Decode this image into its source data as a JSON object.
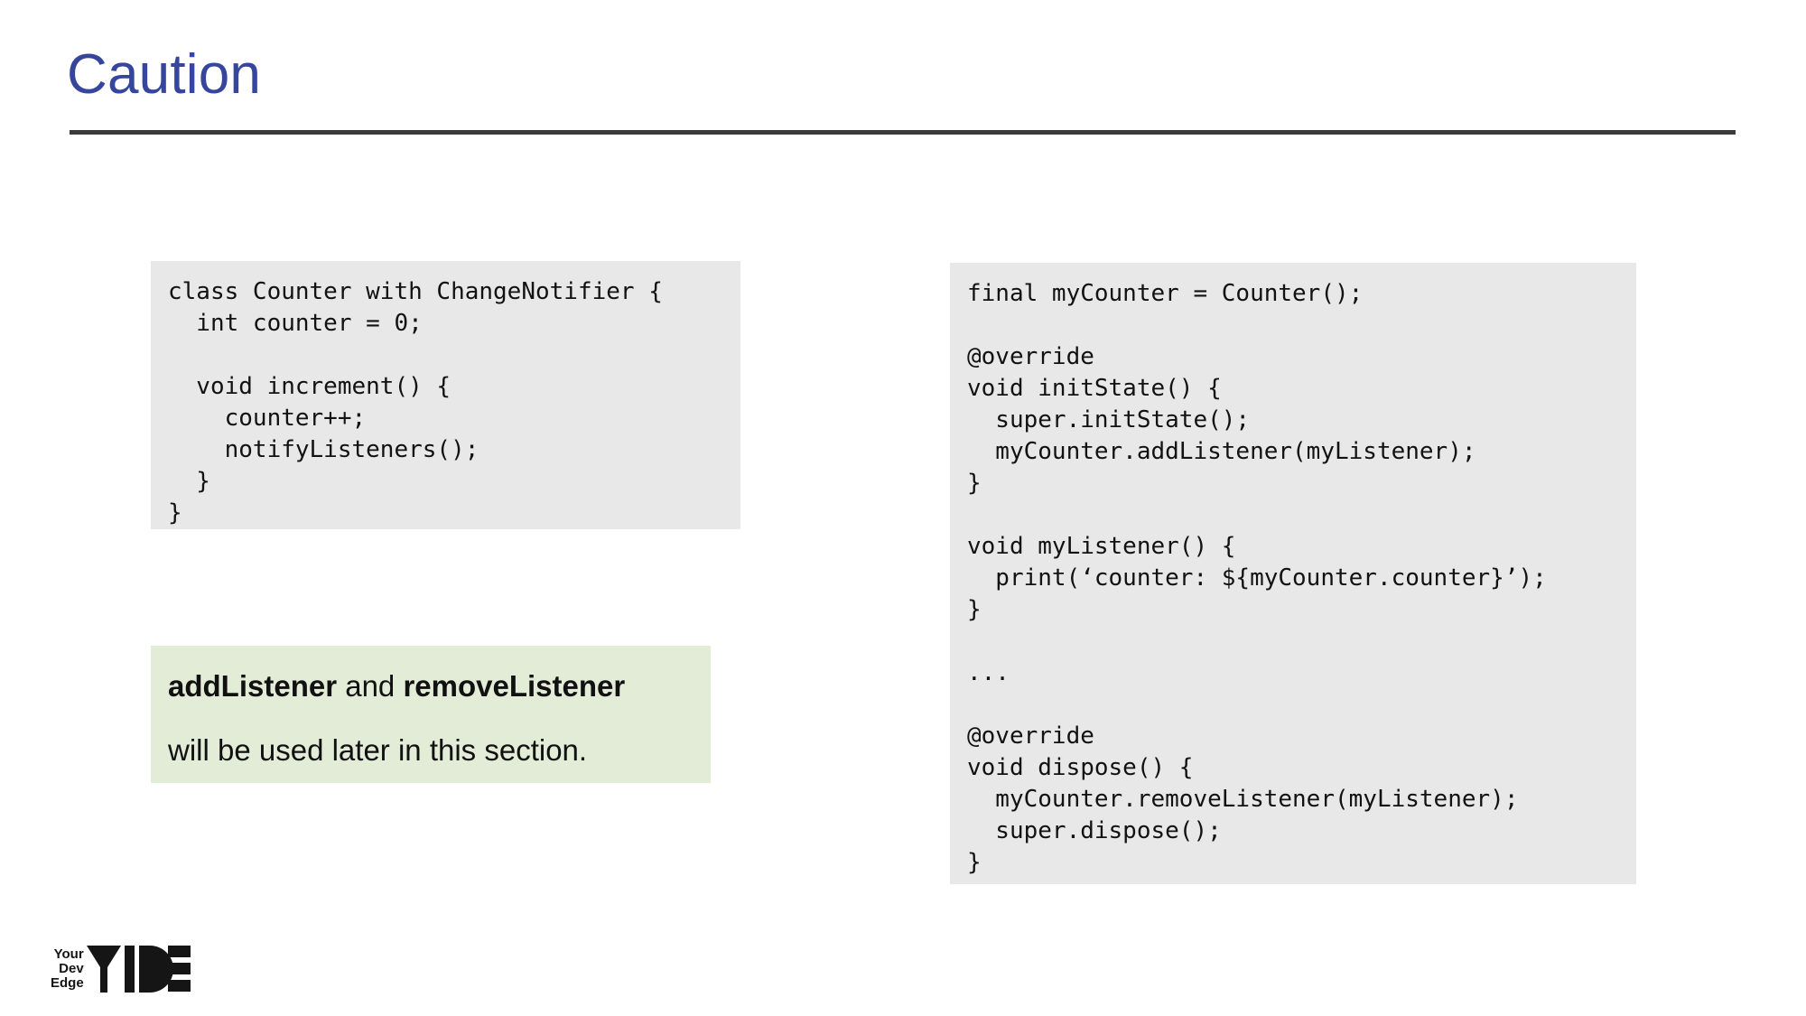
{
  "slide": {
    "title": "Caution",
    "title_color": "#36469c",
    "rule_color": "#3b3b3b",
    "background": "#ffffff"
  },
  "code_left": {
    "name": "counter-changenotifier-snippet",
    "background": "#e8e8e8",
    "text": "class Counter with ChangeNotifier {\n  int counter = 0;\n\n  void increment() {\n    counter++;\n    notifyListeners();\n  }\n}"
  },
  "code_right": {
    "name": "listener-lifecycle-snippet",
    "background": "#e8e8e8",
    "text": "final myCounter = Counter();\n\n@override\nvoid initState() {\n  super.initState();\n  myCounter.addListener(myListener);\n}\n\nvoid myListener() {\n  print(‘counter: ${myCounter.counter}’);\n}\n\n...\n\n@override\nvoid dispose() {\n  myCounter.removeListener(myListener);\n  super.dispose();\n}"
  },
  "callout": {
    "background": "#e3ecd7",
    "line1_bold_a": "addListener",
    "line1_mid": " and ",
    "line1_bold_b": "removeListener",
    "line2": "will be used later in this section."
  },
  "logo": {
    "word1": "Your",
    "word2": "Dev",
    "word3": "Edge",
    "mark": "YIDE",
    "color": "#151515"
  }
}
